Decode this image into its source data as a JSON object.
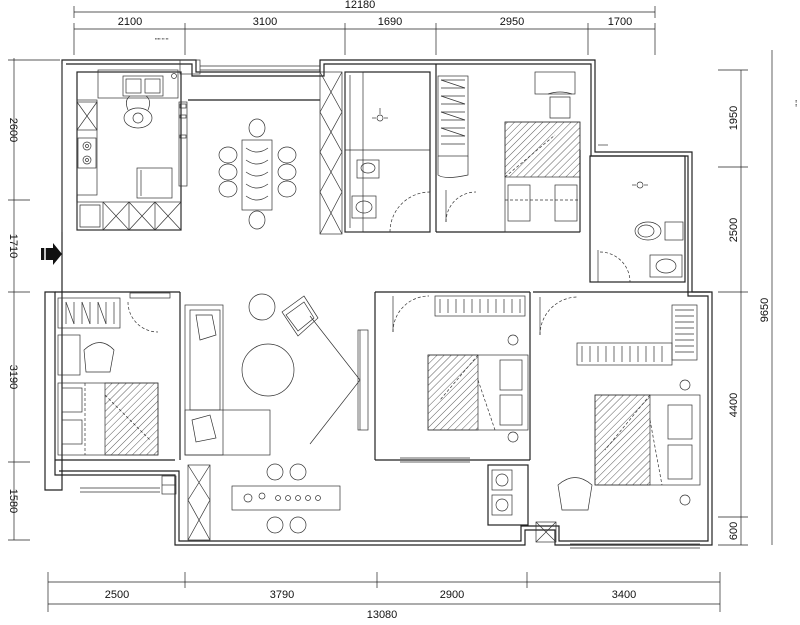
{
  "dimensions": {
    "top_total": "12180",
    "top": [
      "2100",
      "3100",
      "1690",
      "2950",
      "1700"
    ],
    "bottom": [
      "2500",
      "3790",
      "2900",
      "3400"
    ],
    "bottom_total": "13080",
    "left": [
      "2600",
      "1710",
      "3190",
      "1580"
    ],
    "right": [
      "1950",
      "2500",
      "4400",
      "600"
    ],
    "right_total": "9650"
  },
  "colors": {
    "line": "#222222",
    "background": "#ffffff"
  },
  "icons": {
    "entrance": "entrance-arrow-icon"
  }
}
